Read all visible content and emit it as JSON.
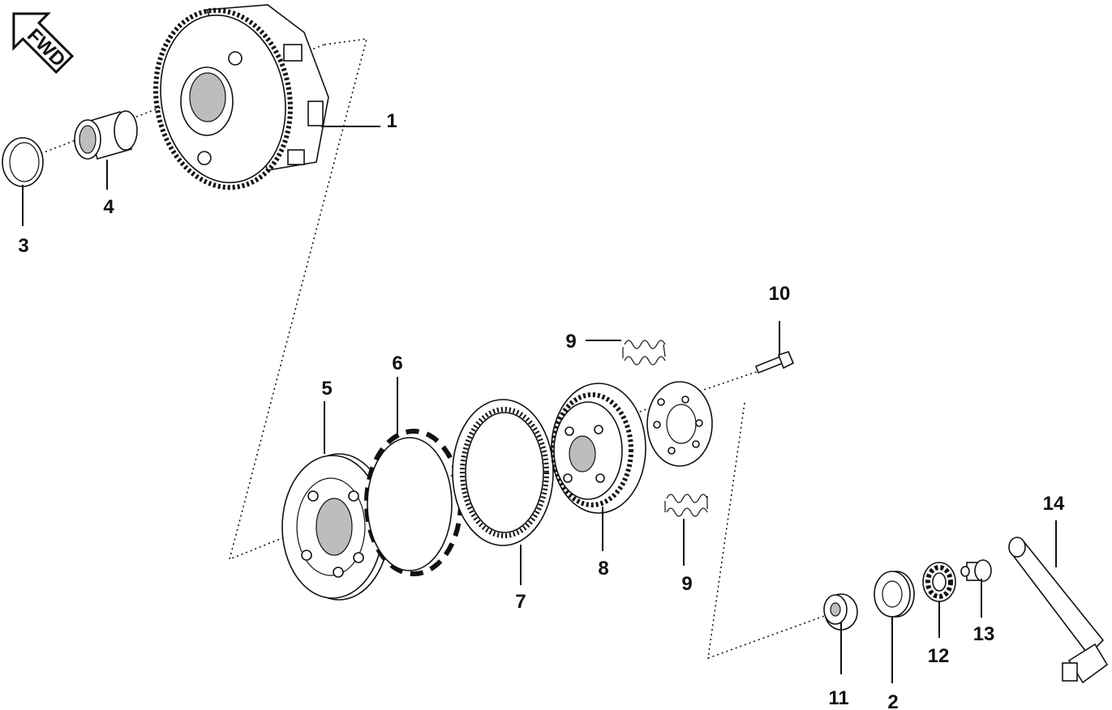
{
  "direction_badge": {
    "label": "FWD",
    "icon": "forward-arrow-icon"
  },
  "parts": [
    {
      "callout": "1",
      "component": "clutch-housing-gear"
    },
    {
      "callout": "2",
      "component": "bearing-seat"
    },
    {
      "callout": "3",
      "component": "thrust-washer"
    },
    {
      "callout": "4",
      "component": "needle-bushing"
    },
    {
      "callout": "5",
      "component": "clutch-hub"
    },
    {
      "callout": "6",
      "component": "friction-disc"
    },
    {
      "callout": "7",
      "component": "steel-plate"
    },
    {
      "callout": "8",
      "component": "pressure-plate"
    },
    {
      "callout": "9",
      "component": "clutch-spring-upper"
    },
    {
      "callout": "9",
      "component": "clutch-spring-lower"
    },
    {
      "callout": "10",
      "component": "bolt"
    },
    {
      "callout": "11",
      "component": "nut"
    },
    {
      "callout": "12",
      "component": "ball-bearing"
    },
    {
      "callout": "13",
      "component": "push-rod-piece"
    },
    {
      "callout": "14",
      "component": "release-shaft"
    }
  ],
  "colors": {
    "line": "#111111",
    "fill": "#ffffff",
    "shade": "#bdbdbd"
  }
}
